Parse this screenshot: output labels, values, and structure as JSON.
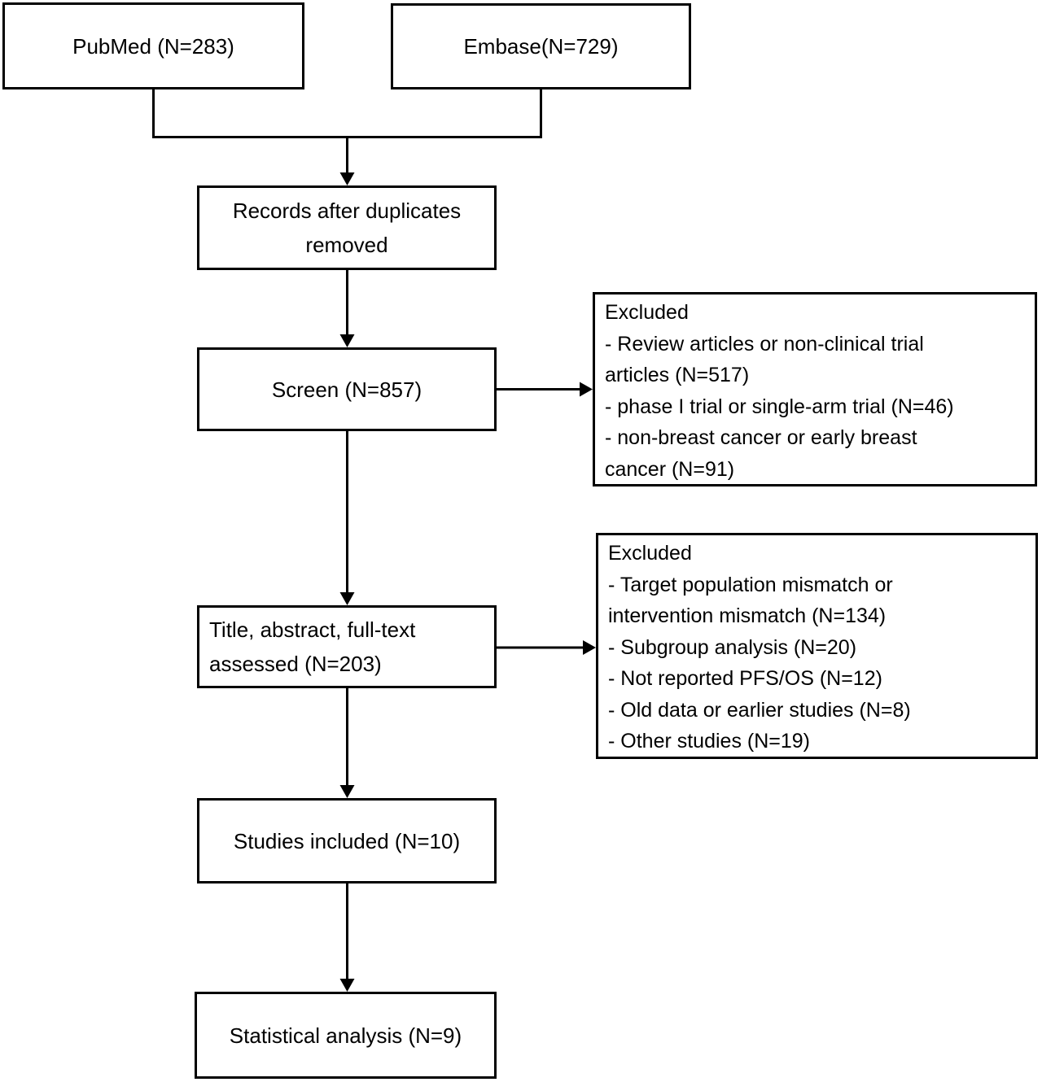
{
  "diagram": {
    "background_color": "#ffffff",
    "line_color": "#000000",
    "text_color": "#000000",
    "boxes": {
      "pubmed": {
        "label": "PubMed (N=283)"
      },
      "embase": {
        "label": "Embase(N=729)"
      },
      "records": {
        "label": "Records after duplicates\nremoved"
      },
      "screen": {
        "label": "Screen (N=857)"
      },
      "excluded1": {
        "title": "Excluded",
        "items": [
          "- Review articles or non-clinical trial\narticles (N=517)",
          "- phase I trial or single-arm trial (N=46)",
          "- non-breast cancer or early breast\ncancer (N=91)"
        ]
      },
      "title_abstract": {
        "label": "Title, abstract, full-text\nassessed (N=203)"
      },
      "excluded2": {
        "title": "Excluded",
        "items": [
          "- Target population mismatch or\nintervention mismatch (N=134)",
          "- Subgroup analysis (N=20)",
          "- Not reported PFS/OS (N=12)",
          "- Old data or earlier studies (N=8)",
          "- Other studies (N=19)"
        ]
      },
      "studies": {
        "label": "Studies included (N=10)"
      },
      "statistical": {
        "label": "Statistical analysis (N=9)"
      }
    }
  }
}
